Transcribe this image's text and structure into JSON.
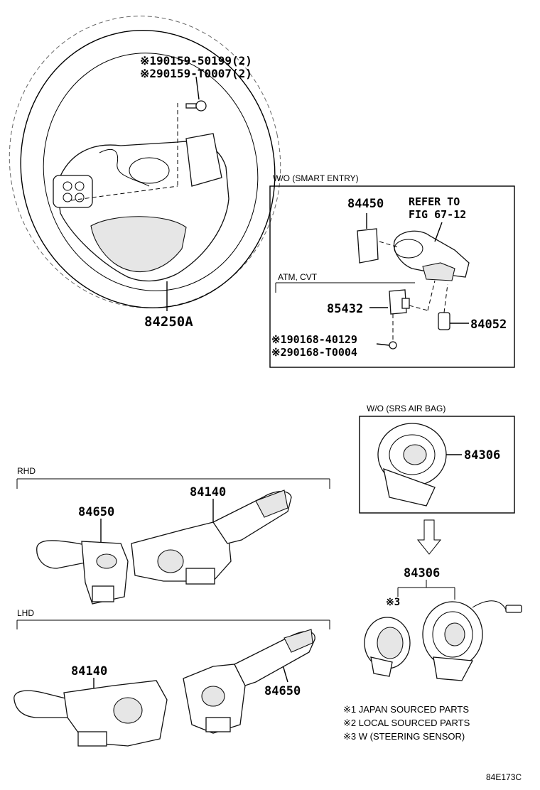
{
  "steering_wheel": {
    "bolt_ref_1": "※190159-50199(2)",
    "bolt_ref_2": "※290159-T0007(2)",
    "pad_part": "84250A"
  },
  "smart_entry_box": {
    "caption": "W/O (SMART ENTRY)",
    "part_84450": "84450",
    "refer_line1": "REFER TO",
    "refer_line2": "FIG 67-12",
    "sub_caption": "ATM, CVT",
    "part_85432": "85432",
    "part_84052": "84052",
    "screw_ref_1": "※190168-40129",
    "screw_ref_2": "※290168-T0004"
  },
  "airbag_box": {
    "caption": "W/O (SRS AIR BAG)",
    "part": "84306"
  },
  "spiral_cable": {
    "part": "84306",
    "sensor_ref": "※3"
  },
  "rhd": {
    "label": "RHD",
    "part_left": "84650",
    "part_right": "84140"
  },
  "lhd": {
    "label": "LHD",
    "part_left": "84140",
    "part_right": "84650"
  },
  "notes": [
    "※1 JAPAN SOURCED PARTS",
    "※2 LOCAL SOURCED PARTS",
    "※3 W (STEERING SENSOR)"
  ],
  "figure_code": "84E173C"
}
